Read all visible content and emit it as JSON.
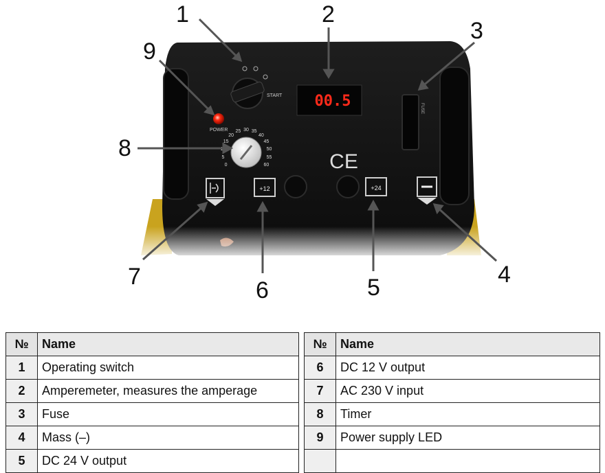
{
  "figure": {
    "display": "00.5",
    "power_label": "POWER",
    "start_label": "START",
    "ce_mark": "CE",
    "fuse_label": "FUSE",
    "plus12_label": "+12",
    "plus24_label": "+24",
    "timer_scale": [
      "0",
      "5",
      "10",
      "15",
      "20",
      "25",
      "30",
      "35",
      "40",
      "45",
      "50",
      "55",
      "60"
    ],
    "callouts": [
      "1",
      "2",
      "3",
      "4",
      "5",
      "6",
      "7",
      "8",
      "9"
    ]
  },
  "table": {
    "header": {
      "no": "№",
      "name": "Name"
    },
    "left": [
      {
        "no": "1",
        "name": "Operating switch"
      },
      {
        "no": "2",
        "name": "Amperemeter, measures the amperage"
      },
      {
        "no": "3",
        "name": "Fuse"
      },
      {
        "no": "4",
        "name": "Mass (–)"
      },
      {
        "no": "5",
        "name": "DC 24 V output"
      }
    ],
    "right": [
      {
        "no": "6",
        "name": "DC 12 V output"
      },
      {
        "no": "7",
        "name": "AC 230 V input"
      },
      {
        "no": "8",
        "name": "Timer"
      },
      {
        "no": "9",
        "name": "Power supply LED"
      },
      {
        "no": "",
        "name": ""
      }
    ]
  }
}
